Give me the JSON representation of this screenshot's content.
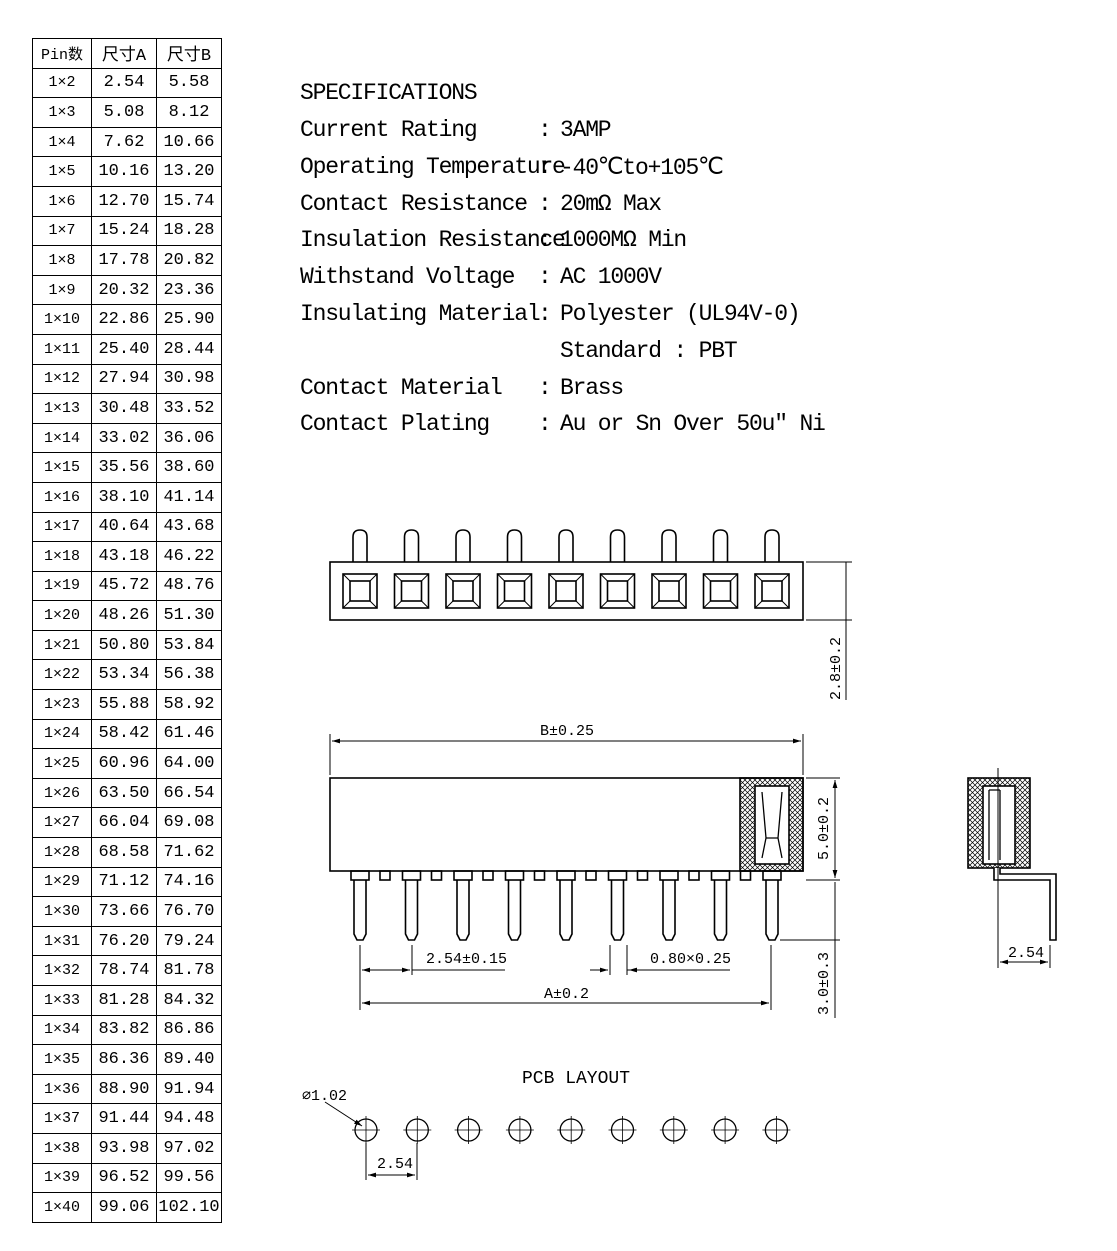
{
  "table": {
    "headers": [
      "Pin数",
      "尺寸A",
      "尺寸B"
    ],
    "rows": [
      [
        "1×2",
        "2.54",
        "5.58"
      ],
      [
        "1×3",
        "5.08",
        "8.12"
      ],
      [
        "1×4",
        "7.62",
        "10.66"
      ],
      [
        "1×5",
        "10.16",
        "13.20"
      ],
      [
        "1×6",
        "12.70",
        "15.74"
      ],
      [
        "1×7",
        "15.24",
        "18.28"
      ],
      [
        "1×8",
        "17.78",
        "20.82"
      ],
      [
        "1×9",
        "20.32",
        "23.36"
      ],
      [
        "1×10",
        "22.86",
        "25.90"
      ],
      [
        "1×11",
        "25.40",
        "28.44"
      ],
      [
        "1×12",
        "27.94",
        "30.98"
      ],
      [
        "1×13",
        "30.48",
        "33.52"
      ],
      [
        "1×14",
        "33.02",
        "36.06"
      ],
      [
        "1×15",
        "35.56",
        "38.60"
      ],
      [
        "1×16",
        "38.10",
        "41.14"
      ],
      [
        "1×17",
        "40.64",
        "43.68"
      ],
      [
        "1×18",
        "43.18",
        "46.22"
      ],
      [
        "1×19",
        "45.72",
        "48.76"
      ],
      [
        "1×20",
        "48.26",
        "51.30"
      ],
      [
        "1×21",
        "50.80",
        "53.84"
      ],
      [
        "1×22",
        "53.34",
        "56.38"
      ],
      [
        "1×23",
        "55.88",
        "58.92"
      ],
      [
        "1×24",
        "58.42",
        "61.46"
      ],
      [
        "1×25",
        "60.96",
        "64.00"
      ],
      [
        "1×26",
        "63.50",
        "66.54"
      ],
      [
        "1×27",
        "66.04",
        "69.08"
      ],
      [
        "1×28",
        "68.58",
        "71.62"
      ],
      [
        "1×29",
        "71.12",
        "74.16"
      ],
      [
        "1×30",
        "73.66",
        "76.70"
      ],
      [
        "1×31",
        "76.20",
        "79.24"
      ],
      [
        "1×32",
        "78.74",
        "81.78"
      ],
      [
        "1×33",
        "81.28",
        "84.32"
      ],
      [
        "1×34",
        "83.82",
        "86.86"
      ],
      [
        "1×35",
        "86.36",
        "89.40"
      ],
      [
        "1×36",
        "88.90",
        "91.94"
      ],
      [
        "1×37",
        "91.44",
        "94.48"
      ],
      [
        "1×38",
        "93.98",
        "97.02"
      ],
      [
        "1×39",
        "96.52",
        "99.56"
      ],
      [
        "1×40",
        "99.06",
        "102.10"
      ]
    ]
  },
  "specs": {
    "title": "SPECIFICATIONS",
    "colon": ":",
    "current_rating": {
      "label": "Current Rating",
      "value": "3AMP"
    },
    "operating_temperature": {
      "label": "Operating Temperature",
      "value": "-40℃to+105℃"
    },
    "contact_resistance": {
      "label": "Contact Resistance",
      "value": "20mΩ Max"
    },
    "insulation_resistance": {
      "label": "Insulation Resistance",
      "value": "1000MΩ Min"
    },
    "withstand_voltage": {
      "label": "Withstand Voltage",
      "value": "AC 1000V"
    },
    "insulating_material": {
      "label": "Insulating Material",
      "value": "Polyester (UL94V-0)",
      "value2": "Standard : PBT"
    },
    "contact_material": {
      "label": "Contact Material",
      "value": "Brass"
    },
    "contact_plating": {
      "label": "Contact Plating",
      "value": "Au or Sn Over 50u″ Ni"
    }
  },
  "drawing": {
    "pin_count": 9,
    "dim_top_height": "2.8±0.2",
    "dim_b": "B±0.25",
    "dim_body_height": "5.0±0.2",
    "dim_pitch": "2.54±0.15",
    "dim_pin_size": "0.80×0.25",
    "dim_a": "A±0.2",
    "dim_pin_length": "3.0±0.3",
    "dim_side_offset": "2.54",
    "pcb_title": "PCB LAYOUT",
    "pcb_hole": "⌀1.02",
    "pcb_pitch": "2.54"
  }
}
